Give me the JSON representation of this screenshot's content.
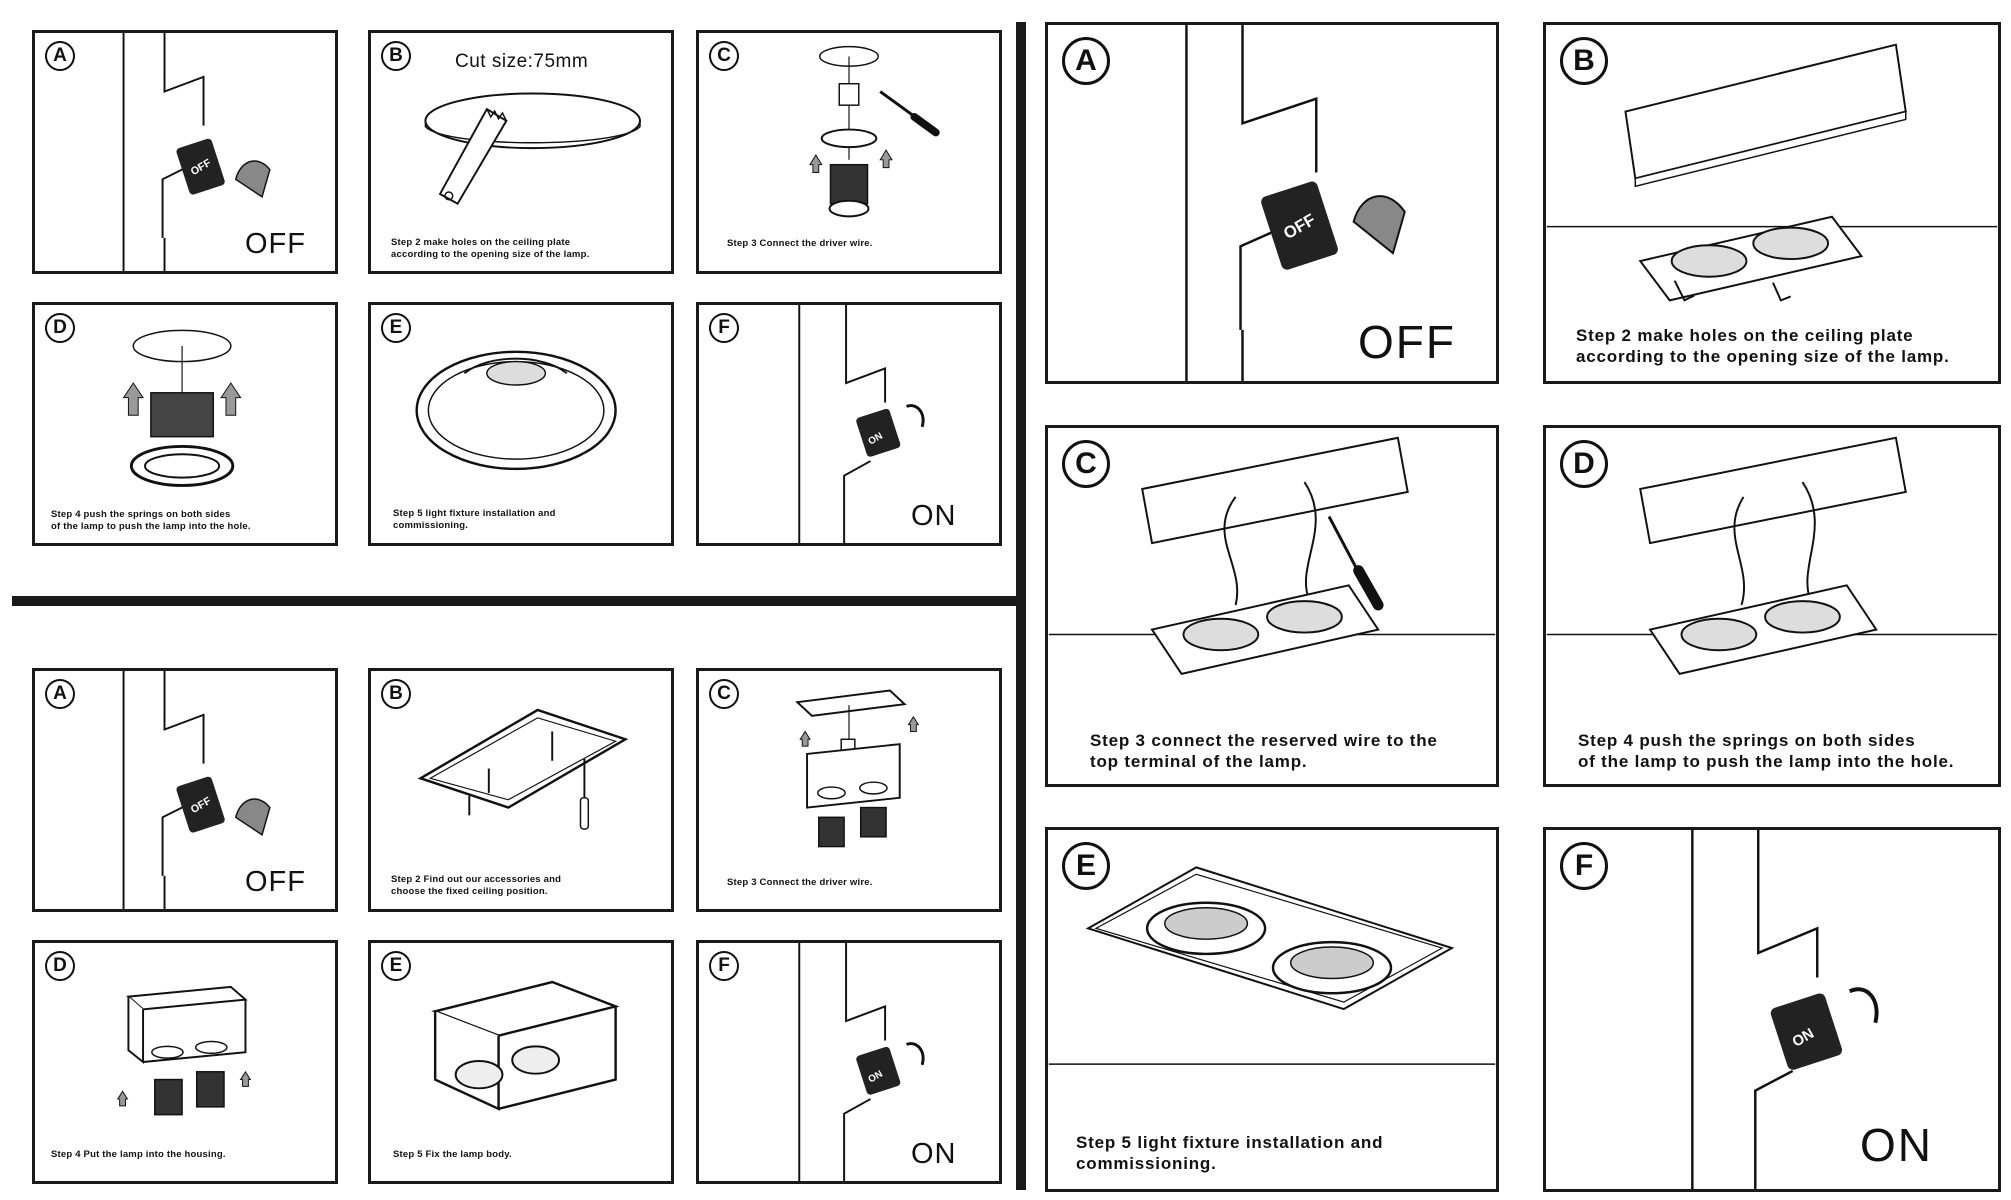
{
  "small_top": {
    "a": {
      "letter": "A",
      "state": "OFF"
    },
    "b": {
      "letter": "B",
      "cut_size": "Cut size:75mm",
      "caption_1": "Step 2 make holes on the ceiling plate",
      "caption_2": "according to the opening size of the lamp."
    },
    "c": {
      "letter": "C",
      "caption_1": "Step 3 Connect the driver wire."
    },
    "d": {
      "letter": "D",
      "caption_1": "Step 4 push the springs on both sides",
      "caption_2": "of the lamp to push the lamp into the hole."
    },
    "e": {
      "letter": "E",
      "caption_1": "Step 5 light fixture installation and",
      "caption_2": "commissioning."
    },
    "f": {
      "letter": "F",
      "state": "ON"
    }
  },
  "small_bottom": {
    "a": {
      "letter": "A",
      "state": "OFF"
    },
    "b": {
      "letter": "B",
      "caption_1": "Step 2 Find out our accessories and",
      "caption_2": "choose the fixed ceiling position."
    },
    "c": {
      "letter": "C",
      "caption_1": "Step 3 Connect the driver wire."
    },
    "d": {
      "letter": "D",
      "caption_1": "Step 4 Put the lamp into the housing."
    },
    "e": {
      "letter": "E",
      "caption_1": "Step 5 Fix the lamp body."
    },
    "f": {
      "letter": "F",
      "state": "ON"
    }
  },
  "large": {
    "a": {
      "letter": "A",
      "state": "OFF"
    },
    "b": {
      "letter": "B",
      "caption_1": "Step 2 make holes on the ceiling plate",
      "caption_2": "according to the opening size of the lamp."
    },
    "c": {
      "letter": "C",
      "caption_1": "Step 3 connect the reserved wire to the",
      "caption_2": "top terminal of the lamp."
    },
    "d": {
      "letter": "D",
      "caption_1": "Step 4 push the springs on both sides",
      "caption_2": "of the lamp to push the lamp into the hole."
    },
    "e": {
      "letter": "E",
      "caption_1": "Step 5 light fixture installation and",
      "caption_2": "commissioning."
    },
    "f": {
      "letter": "F",
      "state": "ON"
    }
  },
  "switch_labels": {
    "off": "OFF",
    "on": "ON"
  }
}
